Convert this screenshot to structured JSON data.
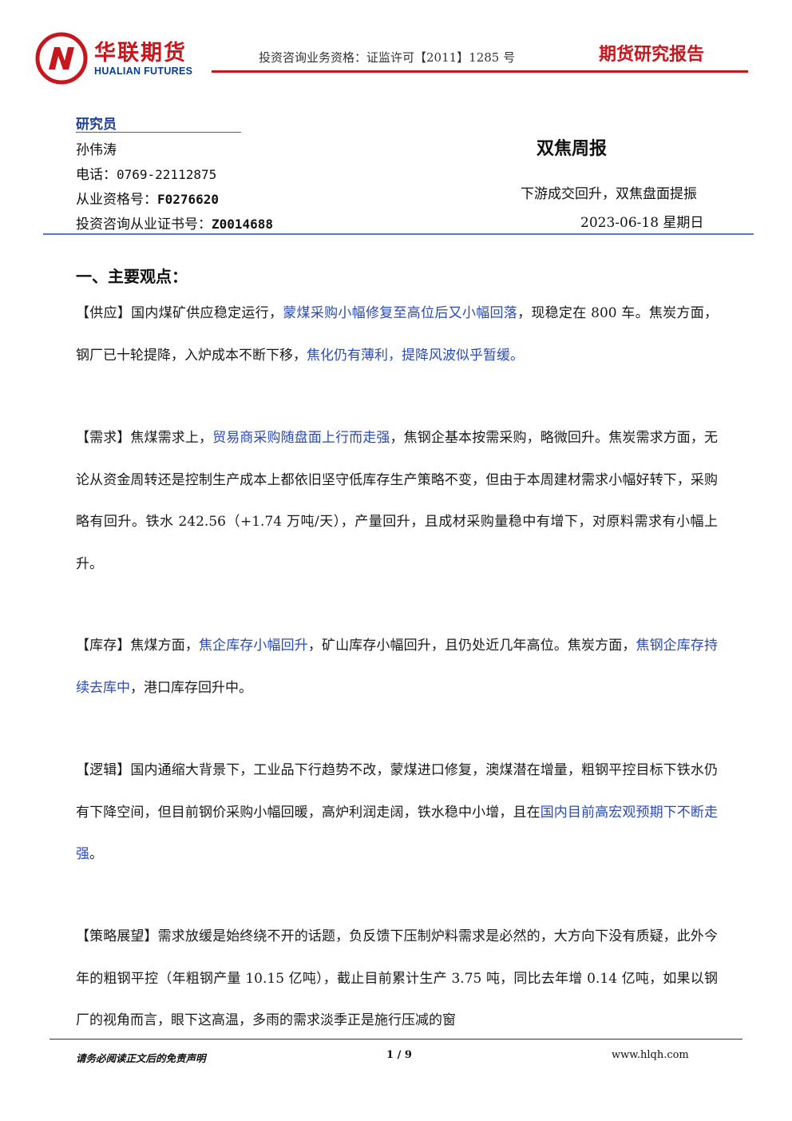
{
  "header": {
    "brand_cn": "华联期货",
    "brand_en": "HUALIAN FUTURES",
    "qualification": "投资咨询业务资格：证监许可【2011】1285 号",
    "report_type": "期货研究报告",
    "colors": {
      "brand_red": "#c8161d",
      "brand_blue": "#0b3d91",
      "highlight_blue": "#2a4bb7"
    }
  },
  "researcher": {
    "label": "研究员",
    "name": "孙伟涛",
    "phone_label": "电话：",
    "phone": "0769-22112875",
    "qual_label": "从业资格号：",
    "qual_no": "F0276620",
    "cert_label": "投资咨询从业证书号：",
    "cert_no": "Z0014688"
  },
  "report": {
    "title": "双焦周报",
    "subtitle": "下游成交回升，双焦盘面提振",
    "date": "2023-06-18 星期日"
  },
  "section": {
    "heading": "一、主要观点：",
    "paragraphs": [
      {
        "segments": [
          {
            "text": "【供应】国内煤矿供应稳定运行，",
            "hl": false
          },
          {
            "text": "蒙煤采购小幅修复至高位后又小幅回落",
            "hl": true
          },
          {
            "text": "，现稳定在 800 车。焦炭方面，钢厂已十轮提降，入炉成本不断下移，",
            "hl": false
          },
          {
            "text": "焦化仍有薄利，提降风波似乎暂缓。",
            "hl": true
          }
        ]
      },
      {
        "segments": [
          {
            "text": "【需求】焦煤需求上，",
            "hl": false
          },
          {
            "text": "贸易商采购随盘面上行而走强",
            "hl": true
          },
          {
            "text": "，焦钢企基本按需采购，略微回升。焦炭需求方面，无论从资金周转还是控制生产成本上都依旧坚守低库存生产策略不变，但由于本周建材需求小幅好转下，采购略有回升。铁水 242.56（+1.74 万吨/天），产量回升，且成材采购量稳中有增下，对原料需求有小幅上升。",
            "hl": false
          }
        ]
      },
      {
        "segments": [
          {
            "text": "【库存】焦煤方面，",
            "hl": false
          },
          {
            "text": "焦企库存小幅回升",
            "hl": true
          },
          {
            "text": "，矿山库存小幅回升，且仍处近几年高位。焦炭方面，",
            "hl": false
          },
          {
            "text": "焦钢企库存持续去库中",
            "hl": true
          },
          {
            "text": "，港口库存回升中。",
            "hl": false
          }
        ]
      },
      {
        "segments": [
          {
            "text": "【逻辑】国内通缩大背景下，工业品下行趋势不改，蒙煤进口修复，澳煤潜在增量，粗钢平控目标下铁水仍有下降空间，但目前钢价采购小幅回暖，高炉利润走阔，铁水稳中小增，且在",
            "hl": false
          },
          {
            "text": "国内目前高宏观预期下不断走强",
            "hl": true
          },
          {
            "text": "。",
            "hl": false
          }
        ]
      },
      {
        "segments": [
          {
            "text": "【策略展望】需求放缓是始终绕不开的话题，负反馈下压制炉料需求是必然的，大方向下没有质疑，此外今年的粗钢平控（年粗钢产量 10.15 亿吨），截止目前累计生产 3.75 吨，同比去年增 0.14 亿吨，如果以钢厂的视角而言，眼下这高温，多雨的需求淡季正是施行压减的窗",
            "hl": false
          }
        ]
      }
    ]
  },
  "footer": {
    "disclaimer": "请务必阅读正文后的免责声明",
    "page": "1 / 9",
    "website": "www.hlqh.com"
  }
}
